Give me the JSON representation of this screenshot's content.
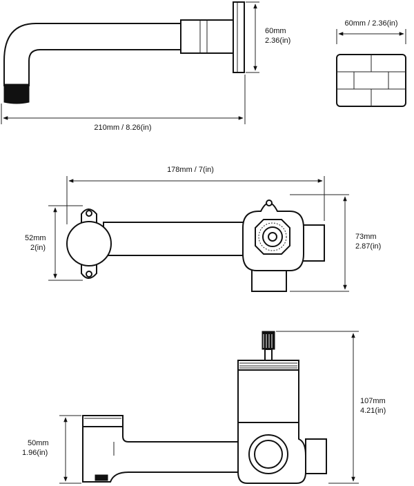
{
  "labels": {
    "spout_height": [
      "60mm",
      "2.36(in)"
    ],
    "spout_length": "210mm / 8.26(in)",
    "plate_width": "60mm / 2.36(in)",
    "body_length": "178mm / 7(in)",
    "inlet_height": [
      "52mm",
      "2(in)"
    ],
    "valve_height": [
      "73mm",
      "2.87(in)"
    ],
    "side_low": [
      "50mm",
      "1.96(in)"
    ],
    "side_high": [
      "107mm",
      "4.21(in)"
    ]
  },
  "colors": {
    "line": "#111111",
    "background": "#ffffff"
  }
}
